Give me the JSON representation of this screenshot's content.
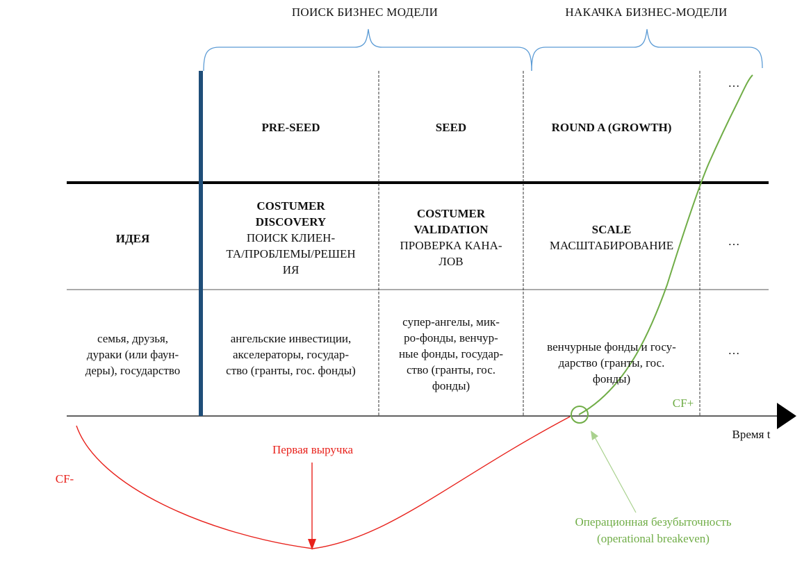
{
  "phases": {
    "search": "ПОИСК БИЗНЕС МОДЕЛИ",
    "pump": "НАКАЧКА БИЗНЕС-МОДЕЛИ"
  },
  "rounds": {
    "pre_seed": "PRE-SEED",
    "seed": "SEED",
    "round_a": "ROUND A (GROWTH)",
    "more": "…"
  },
  "stages": {
    "idea": "ИДЕЯ",
    "discovery_title_1": "COSTUMER",
    "discovery_title_2": "DISCOVERY",
    "discovery_desc_1": "ПОИСК КЛИЕН-",
    "discovery_desc_2": "ТА/ПРОБЛЕМЫ/РЕШЕН",
    "discovery_desc_3": "ИЯ",
    "validation_title_1": "COSTUMER",
    "validation_title_2": "VALIDATION",
    "validation_desc_1": "ПРОВЕРКА КАНА-",
    "validation_desc_2": "ЛОВ",
    "scale_title": "SCALE",
    "scale_desc": "МАСШТАБИРОВАНИЕ",
    "more": "…"
  },
  "funding": {
    "idea_1": "семья, друзья,",
    "idea_2": "дураки (или фаун-",
    "idea_3": "деры), государство",
    "preseed_1": "ангельские инвестиции,",
    "preseed_2": "акселераторы, государ-",
    "preseed_3": "ство (гранты, гос. фонды)",
    "seed_1": "супер-ангелы, мик-",
    "seed_2": "ро-фонды, венчур-",
    "seed_3": "ные фонды, государ-",
    "seed_4": "ство (гранты, гос.",
    "seed_5": "фонды)",
    "rounda_1": "венчурные фонды и госу-",
    "rounda_2": "дарство (гранты, гос.",
    "rounda_3": "фонды)",
    "more": "…"
  },
  "axis": {
    "time_label": "Время t",
    "cf_plus": "CF+",
    "cf_minus": "CF-"
  },
  "annotations": {
    "first_revenue": "Первая выручка",
    "breakeven_1": "Операционная безубыточность",
    "breakeven_2": "(operational breakeven)"
  },
  "colors": {
    "green": "#70ad47",
    "red": "#e8221c",
    "navy": "#1f4e79",
    "brace": "#5b9bd5"
  }
}
